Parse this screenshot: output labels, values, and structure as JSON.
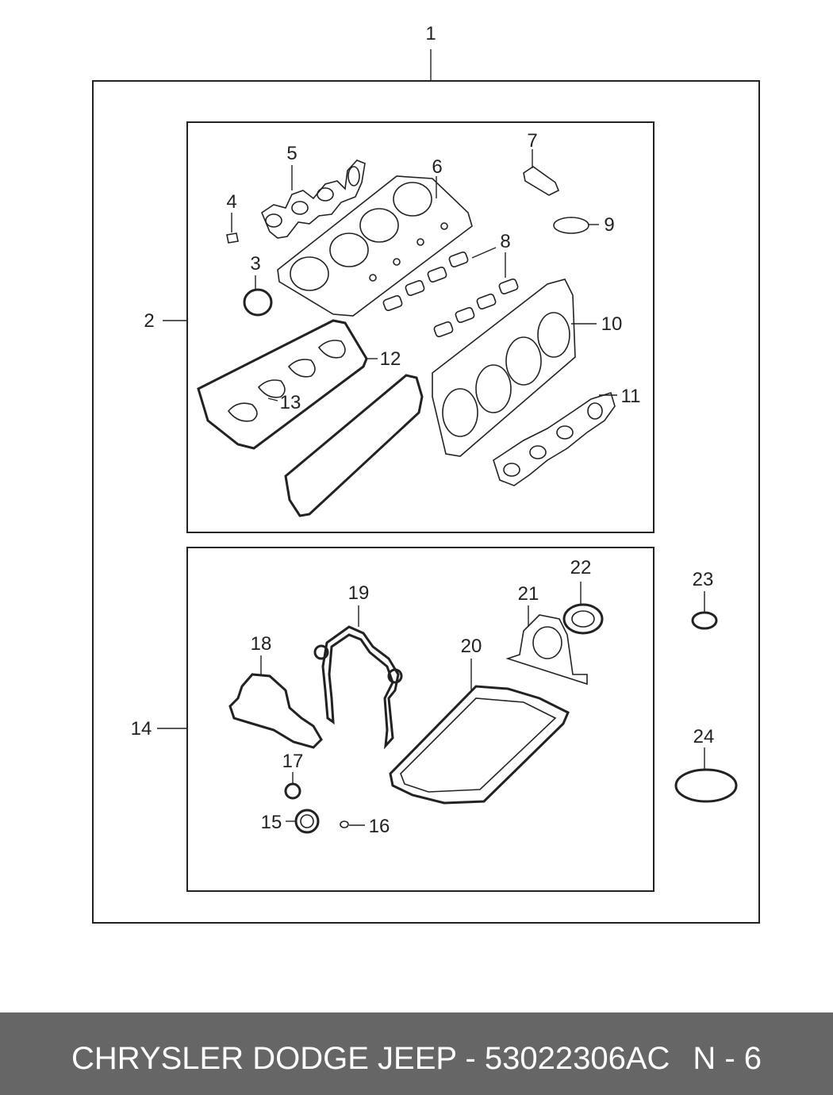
{
  "callouts": {
    "c1": "1",
    "c2": "2",
    "c3": "3",
    "c4": "4",
    "c5": "5",
    "c6": "6",
    "c7": "7",
    "c8": "8",
    "c9": "9",
    "c10": "10",
    "c11": "11",
    "c12": "12",
    "c13": "13",
    "c14": "14",
    "c15": "15",
    "c16": "16",
    "c17": "17",
    "c18": "18",
    "c19": "19",
    "c20": "20",
    "c21": "21",
    "c22": "22",
    "c23": "23",
    "c24": "24"
  },
  "footer": {
    "title": "CHRYSLER DODGE JEEP - 53022306AC",
    "page": "N - 6"
  }
}
